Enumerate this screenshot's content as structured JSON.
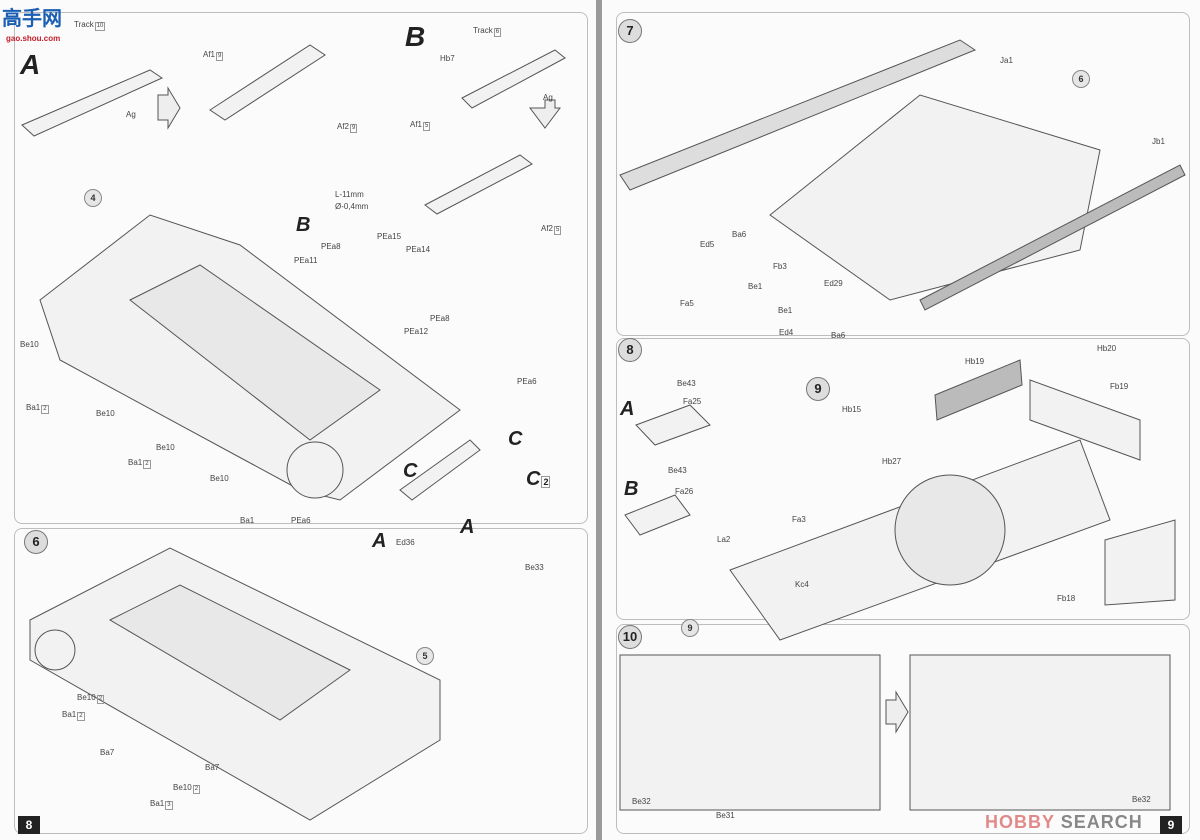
{
  "watermarks": {
    "top_left": "高手网",
    "top_left_url": "gao.shou.com",
    "bottom_right_a": "HOBBY",
    "bottom_right_b": "SEARCH"
  },
  "left_page": {
    "page_number": "8",
    "track_sub": {
      "A": "A",
      "B": "B",
      "a_labels": [
        {
          "t": "Track",
          "q": "10"
        },
        {
          "t": "Af1",
          "q": "9"
        },
        {
          "t": "Ag",
          "q": ""
        },
        {
          "t": "Af2",
          "q": "9"
        }
      ],
      "b_labels": [
        {
          "t": "Track",
          "q": "6"
        },
        {
          "t": "Hb7",
          "q": ""
        },
        {
          "t": "Ag",
          "q": ""
        },
        {
          "t": "Af1",
          "q": "5"
        },
        {
          "t": "Af2",
          "q": "5"
        }
      ]
    },
    "step4": {
      "number": "4",
      "wire_length": "L-11mm",
      "wire_diameter": "Ø-0,4mm",
      "B": "B",
      "pe_labels": [
        "PEa15",
        "PEa8",
        "PEa14",
        "PEa11",
        "PEa8",
        "PEa12",
        "PEa6",
        "PEa6"
      ],
      "parts": [
        {
          "t": "Be10",
          "q": ""
        },
        {
          "t": "Ba1",
          "q": "2"
        },
        {
          "t": "Be10",
          "q": ""
        },
        {
          "t": "Be10",
          "q": ""
        },
        {
          "t": "Ba1",
          "q": "2"
        },
        {
          "t": "Be10",
          "q": ""
        },
        {
          "t": "Ba1",
          "q": ""
        }
      ],
      "callouts": {
        "c1": "C",
        "c2": "C",
        "c3": "C",
        "c3_qty": "2",
        "a1": "A",
        "a2": "A",
        "ed36": "Ed36",
        "be33": "Be33"
      }
    },
    "step6": {
      "number": "6",
      "ref": "5",
      "parts": [
        {
          "t": "Be10",
          "q": "2"
        },
        {
          "t": "Ba1",
          "q": "2"
        },
        {
          "t": "Ba7",
          "q": ""
        },
        {
          "t": "Ba7",
          "q": ""
        },
        {
          "t": "Be10",
          "q": "2"
        },
        {
          "t": "Ba1",
          "q": "3"
        }
      ]
    }
  },
  "right_page": {
    "page_number": "9",
    "step7": {
      "number": "7",
      "ref": "6",
      "parts": [
        "Ja1",
        "Jb1",
        "Ed5",
        "Ba6",
        "Fb3",
        "Be1",
        "Ed29",
        "Fa5",
        "Be1",
        "Ed4",
        "Ba6"
      ]
    },
    "step8": {
      "number": "8",
      "A": "A",
      "B": "B",
      "parts_a": [
        "Be43",
        "Fa25"
      ],
      "parts_b": [
        "Be43",
        "Fa26"
      ]
    },
    "step9": {
      "number": "9",
      "parts": [
        "Hb19",
        "Hb20",
        "Fb19",
        "Hb15",
        "Hb27",
        "Fa3",
        "La2",
        "Kc4",
        "Fb18"
      ]
    },
    "step10": {
      "number": "10",
      "ref": "9",
      "parts": [
        "Be32",
        "Be31",
        "Be32"
      ]
    }
  }
}
